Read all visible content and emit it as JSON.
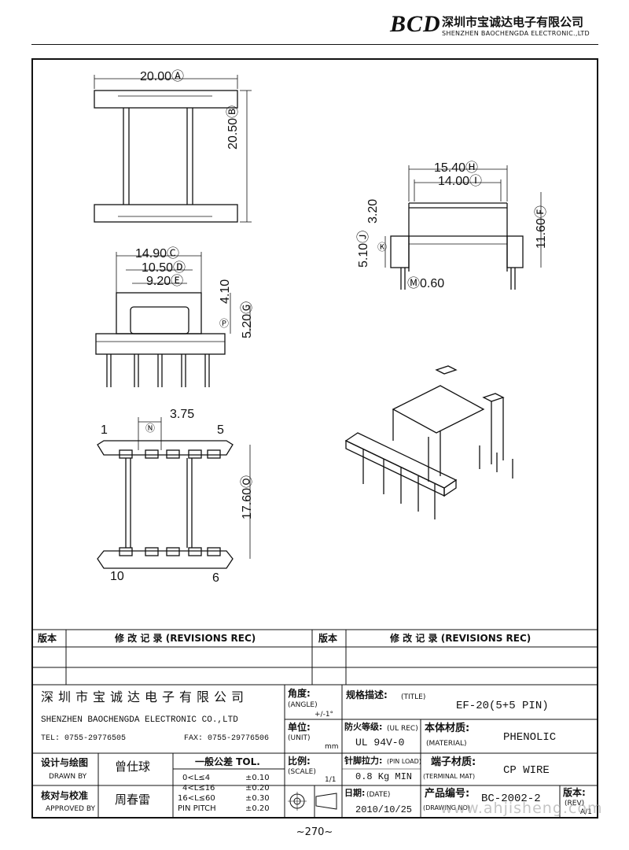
{
  "header": {
    "logo_text": "BCD",
    "company_cn": "深圳市宝诚达电子有限公司",
    "company_en": "SHENZHEN BAOCHENGDA ELECTRONIC.,LTD"
  },
  "dimensions": {
    "top_width": "20.00Ⓐ",
    "top_height": "20.50Ⓑ",
    "side_width_outer": "15.40Ⓗ",
    "side_width_inner": "14.00Ⓘ",
    "side_height": "11.60Ⓕ",
    "side_upper": "3.20",
    "side_left": "5.10Ⓙ",
    "side_k": "Ⓚ",
    "pin_dia": "Ⓜ0.60",
    "front_w1": "14.90Ⓒ",
    "front_w2": "10.50Ⓓ",
    "front_w3": "9.20Ⓔ",
    "front_h1": "4.10",
    "front_h2": "5.20Ⓖ",
    "front_p": "Ⓟ",
    "bottom_pitch": "3.75",
    "bottom_n": "Ⓝ",
    "bottom_height": "17.60Ⓞ",
    "pin_1": "1",
    "pin_5": "5",
    "pin_10": "10",
    "pin_6": "6"
  },
  "revisions": {
    "col_ver_1": "版本",
    "col_rec_1": "修 改 记 录  (REVISIONS REC)",
    "col_ver_2": "版本",
    "col_rec_2": "修 改 记 录  (REVISIONS REC)"
  },
  "titleblock": {
    "company_cn": "深 圳 市 宝 诚 达 电 子 有 限 公 司",
    "company_en": "SHENZHEN BAOCHENGDA ELECTRONIC CO.,LTD",
    "tel": "TEL: 0755-29776505",
    "fax": "FAX: 0755-29776506",
    "angle_label": "角度:",
    "angle_label_en": "(ANGLE)",
    "angle_value": "+/-1°",
    "unit_label": "单位:",
    "unit_label_en": "(UNIT)",
    "unit_value": "mm",
    "title_label": "规格描述:",
    "title_label_en": "(TITLE)",
    "title_value": "EF-20(5+5 PIN)",
    "fire_label": "防火等级:",
    "fire_label_en": "(UL REC)",
    "fire_value": "UL 94V-0",
    "material_label": "本体材质:",
    "material_label_en": "(MATERIAL)",
    "material_value": "PHENOLIC",
    "designer_label": "设计与绘图",
    "designer_label_en": "DRAWN BY",
    "designer_value": "曾仕球",
    "tol_label": "一般公差 TOL.",
    "tol_rows": [
      {
        "range": "0<L≤4",
        "value": "±0.10"
      },
      {
        "range": "4<L≤16",
        "value": "±0.20"
      },
      {
        "range": "16<L≤60",
        "value": "±0.30"
      },
      {
        "range": "PIN PITCH",
        "value": "±0.20"
      }
    ],
    "scale_label": "比例:",
    "scale_label_en": "(SCALE)",
    "scale_value": "1/1",
    "pinload_label": "针脚拉力:",
    "pinload_label_en": "(PIN LOAD)",
    "pinload_value": "0.8 Kg MIN",
    "terminal_label": "端子材质:",
    "terminal_label_en": "(TERMINAL MAT)",
    "terminal_value": "CP WIRE",
    "approver_label": "核对与校准",
    "approver_label_en": "APPROVED BY",
    "approver_value": "周春雷",
    "date_label": "日期:",
    "date_label_en": "(DATE)",
    "date_value": "2010/10/25",
    "drawing_no_label": "产品编号:",
    "drawing_no_label_en": "(DRAWING NO)",
    "drawing_no_value": "BC-2002-2",
    "rev_label": "版本:",
    "rev_label_en": "(REV)",
    "rev_value": "A/1"
  },
  "watermark": "www.ahjisheng.com",
  "page_number": "~270~"
}
